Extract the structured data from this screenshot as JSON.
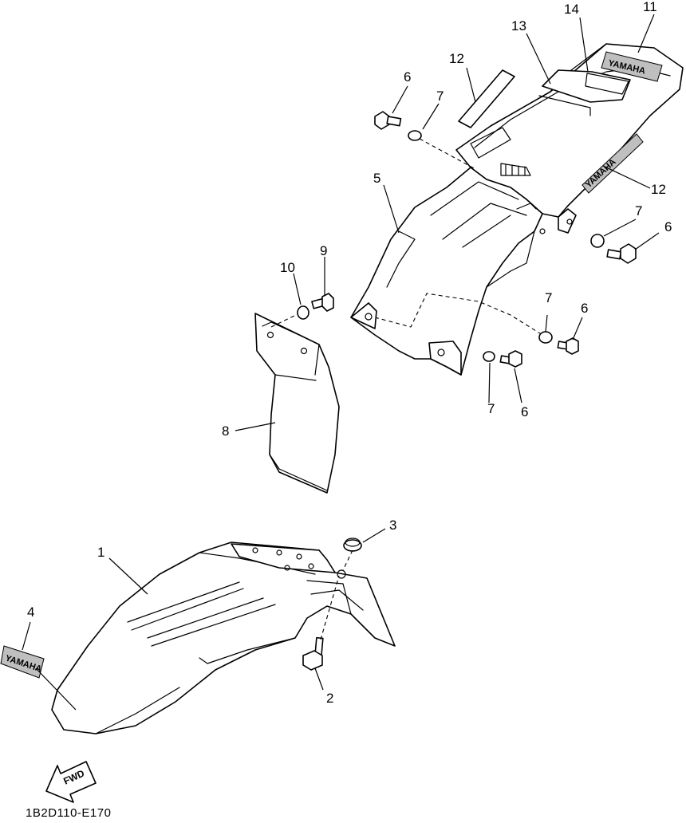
{
  "diagram": {
    "callouts": {
      "c1": "1",
      "c2": "2",
      "c3": "3",
      "c4": "4",
      "c5": "5",
      "c6a": "6",
      "c6b": "6",
      "c6c": "6",
      "c6d": "6",
      "c7a": "7",
      "c7b": "7",
      "c7c": "7",
      "c7d": "7",
      "c8": "8",
      "c9": "9",
      "c10": "10",
      "c11": "11",
      "c12a": "12",
      "c12b": "12",
      "c13": "13",
      "c14": "14"
    },
    "decal_text": "YAMAHA",
    "direction_arrow": "FWD",
    "diagram_code": "1B2D110-E170"
  }
}
